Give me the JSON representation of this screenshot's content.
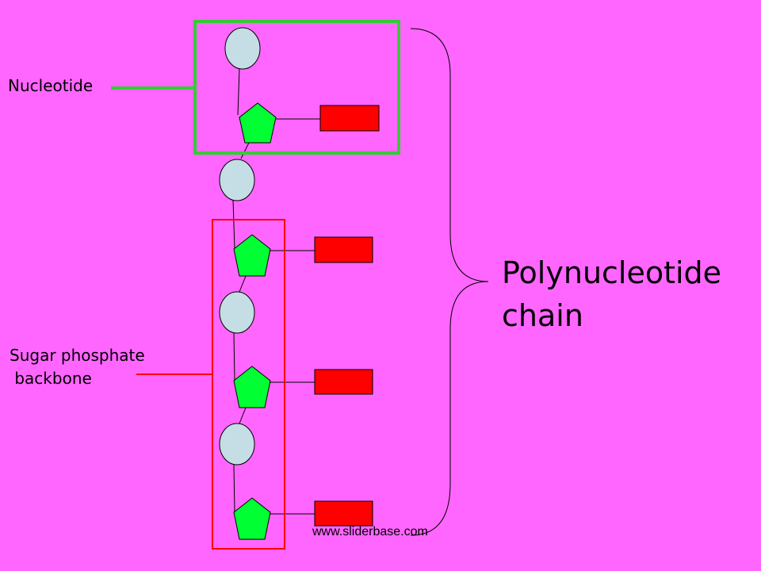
{
  "colors": {
    "background": "#ff66ff",
    "phosphate": "#c5dde4",
    "sugar": "#00ff33",
    "base": "#ff0000",
    "nucleotide_highlight": "#33cc33",
    "backbone_highlight": "#ff0000",
    "outline": "#000000"
  },
  "labels": {
    "nucleotide": "Nucleotide",
    "backbone_line1": "Sugar phosphate",
    "backbone_line2": " backbone",
    "chain_line1": "Polynucleotide",
    "chain_line2": "chain",
    "watermark": "www.sliderbase.com"
  },
  "shapes": {
    "phosphate": "phosphate-ellipse",
    "sugar": "pentagon",
    "base": "rectangle"
  },
  "units": [
    {
      "phosphate": true,
      "sugar": true,
      "base": true
    },
    {
      "phosphate": true,
      "sugar": true,
      "base": true
    },
    {
      "phosphate": true,
      "sugar": true,
      "base": true
    },
    {
      "phosphate": true,
      "sugar": true,
      "base": true
    }
  ]
}
